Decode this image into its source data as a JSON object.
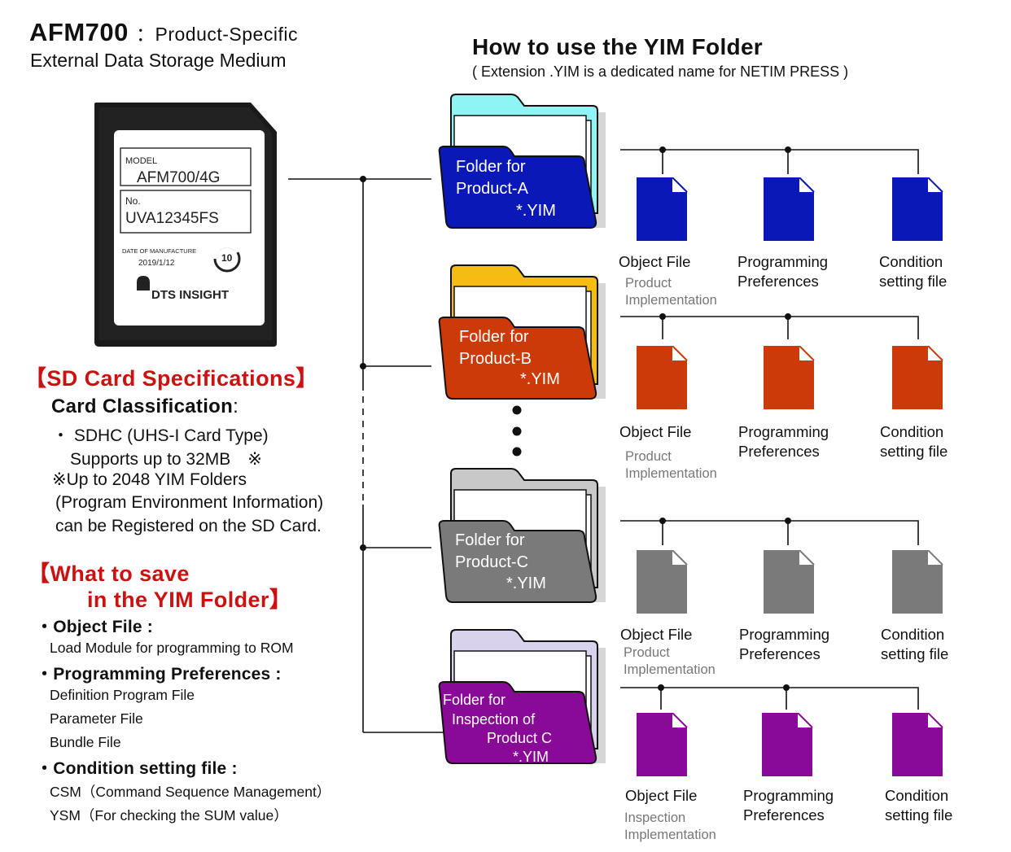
{
  "header": {
    "model": "AFM700",
    "title_rest": "：Product-Specific",
    "title_line2": "External Data Storage Medium"
  },
  "how_to": {
    "title": "How to use the YIM Folder",
    "subtitle": "( Extension .YIM is a dedicated name for NETIM PRESS )"
  },
  "sd_card": {
    "model_label": "MODEL",
    "model_value": "AFM700/4G",
    "no_label": "No.",
    "no_value": "UVA12345FS",
    "date_label": "DATE OF MANUFACTURE",
    "date_value": "2019/1/12",
    "speed_class": "10",
    "brand": "DTS INSIGHT"
  },
  "specs": {
    "heading": "【SD Card Specifications】",
    "classification_label": "Card Classification",
    "classification_colon": ":",
    "lines": [
      "・ SDHC (UHS-I Card Type)",
      "Supports up to 32MB　※",
      "※Up to 2048 YIM Folders",
      "(Program Environment Information)",
      "can be Registered on the SD Card."
    ]
  },
  "what_to_save": {
    "heading_line1": "【What to save",
    "heading_line2": "in the YIM Folder】",
    "groups": [
      {
        "title": "・Object File :",
        "items": [
          "Load Module for programming to ROM"
        ]
      },
      {
        "title": "・Programming Preferences :",
        "items": [
          "Definition Program File",
          "Parameter File",
          "Bundle File"
        ]
      },
      {
        "title": "・Condition setting file :",
        "items": [
          "CSM（Command Sequence Management）",
          "YSM（For checking the SUM value）"
        ]
      }
    ]
  },
  "folders": [
    {
      "lines": [
        "Folder for",
        "Product-A",
        "*.YIM"
      ],
      "color": "#0a18b8",
      "tab_color": "#8ff4f4",
      "files": [
        {
          "label": [
            "Object File"
          ],
          "note": [
            "Product",
            "Implementation"
          ]
        },
        {
          "label": [
            "Programming",
            "Preferences"
          ]
        },
        {
          "label": [
            "Condition",
            "setting file"
          ]
        }
      ]
    },
    {
      "lines": [
        "Folder for",
        "Product-B",
        "*.YIM"
      ],
      "color": "#cc3a08",
      "tab_color": "#f5bd12",
      "files": [
        {
          "label": [
            "Object File"
          ],
          "note": [
            "Product",
            "Implementation"
          ]
        },
        {
          "label": [
            "Programming",
            "Preferences"
          ]
        },
        {
          "label": [
            "Condition",
            "setting file"
          ]
        }
      ]
    },
    {
      "lines": [
        "Folder for",
        "Product-C",
        "*.YIM"
      ],
      "color": "#7a7a7a",
      "tab_color": "#c8c8c8",
      "files": [
        {
          "label": [
            "Object File"
          ],
          "note": [
            "Product",
            "Implementation"
          ]
        },
        {
          "label": [
            "Programming",
            "Preferences"
          ]
        },
        {
          "label": [
            "Condition",
            "setting file"
          ]
        }
      ]
    },
    {
      "lines": [
        "Folder for",
        "Inspection of",
        "Product C",
        "*.YIM"
      ],
      "color": "#8a0a98",
      "tab_color": "#d8d2ec",
      "files": [
        {
          "label": [
            "Object File"
          ],
          "note": [
            "Inspection",
            "Implementation"
          ]
        },
        {
          "label": [
            "Programming",
            "Preferences"
          ]
        },
        {
          "label": [
            "Condition",
            "setting file"
          ]
        }
      ]
    }
  ],
  "colors": {
    "heading_red": "#cc1111",
    "line": "#111111"
  }
}
